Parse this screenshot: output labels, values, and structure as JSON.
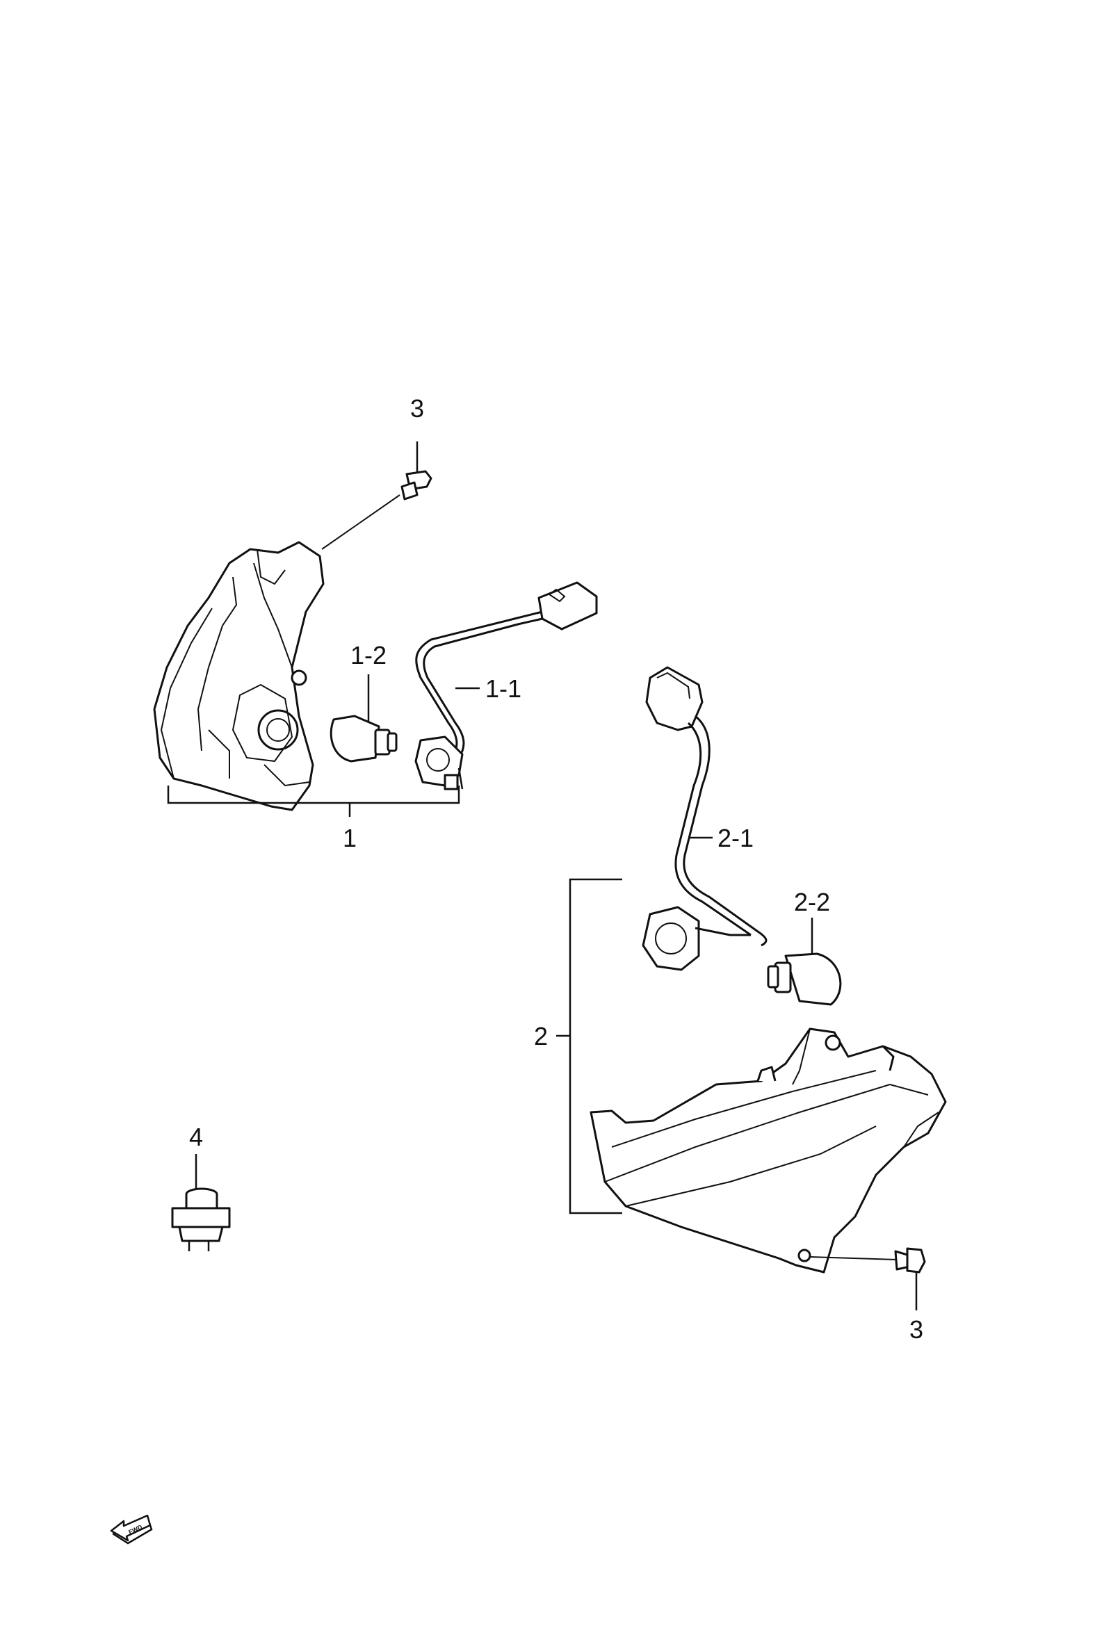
{
  "callouts": {
    "c3_top": "3",
    "c1_2": "1-2",
    "c1_1": "1-1",
    "c1": "1",
    "c2_1": "2-1",
    "c2_2": "2-2",
    "c2": "2",
    "c3_bottom": "3",
    "c4": "4"
  },
  "fwd_badge": "FWD"
}
